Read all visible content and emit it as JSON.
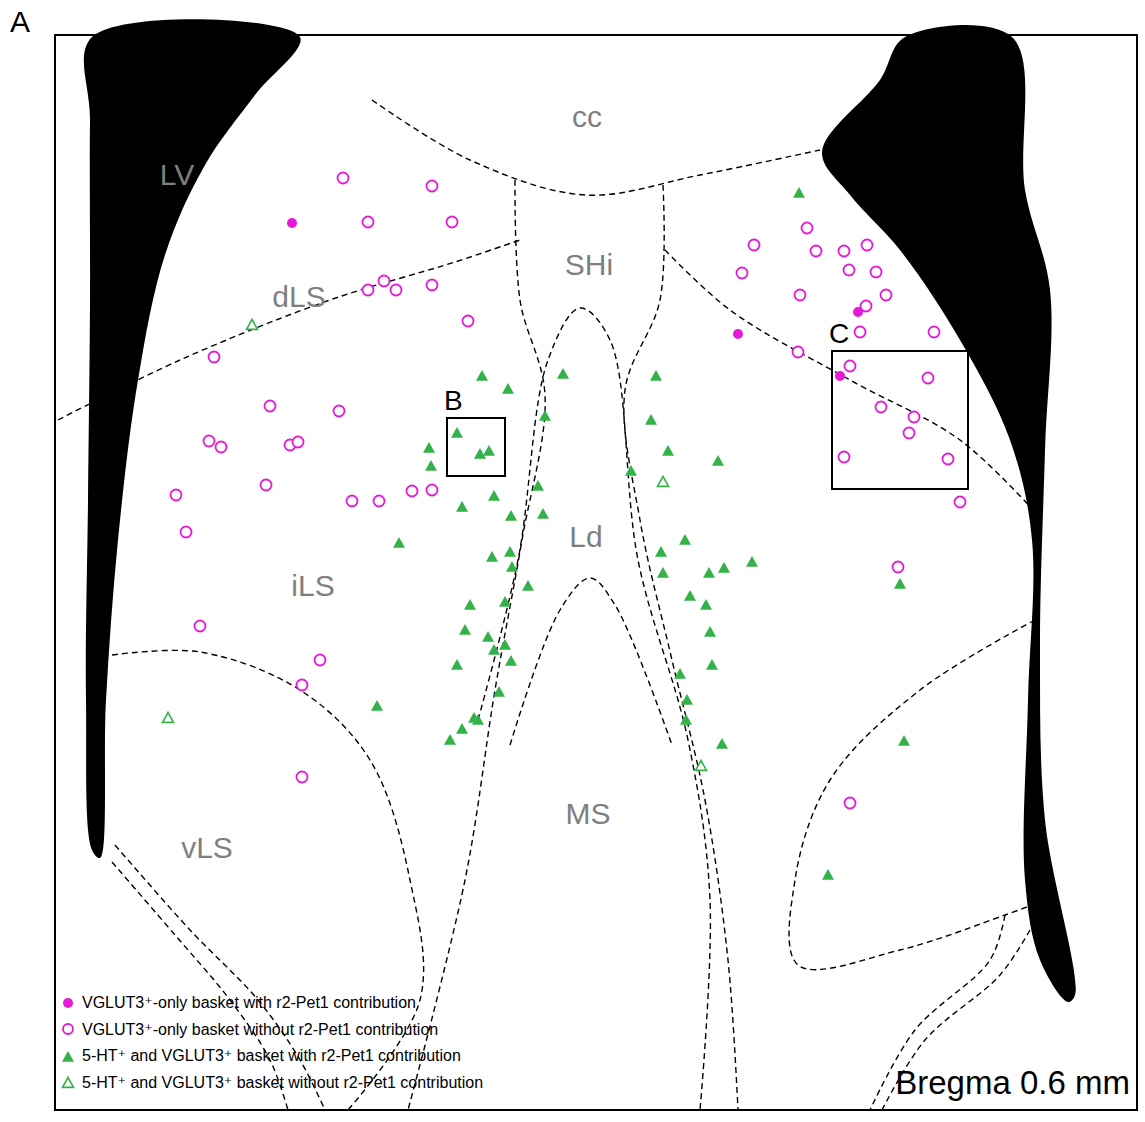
{
  "diagram": {
    "nodes": [
      {
        "text": [
          "B"
        ]
      },
      {
        "text": [
          "C"
        ]
      }
    ],
    "labels": [
      "A",
      "cc",
      "LV",
      "SHi",
      "dLS",
      "iLS",
      "Ld",
      "MS",
      "vLS",
      "Bregma 0.6 mm"
    ],
    "legend": [
      {
        "text": "VGLUT3⁺-only basket with r2-Pet1 contribution"
      },
      {
        "text": "VGLUT3⁺-only basket without r2-Pet1 contribution"
      },
      {
        "text": "5-HT⁺ and VGLUT3⁺ basket with r2-Pet1 contribution"
      },
      {
        "text": "5-HT⁺ and VGLUT3⁺ basket without r2-Pet1 contribution"
      }
    ]
  }
}
